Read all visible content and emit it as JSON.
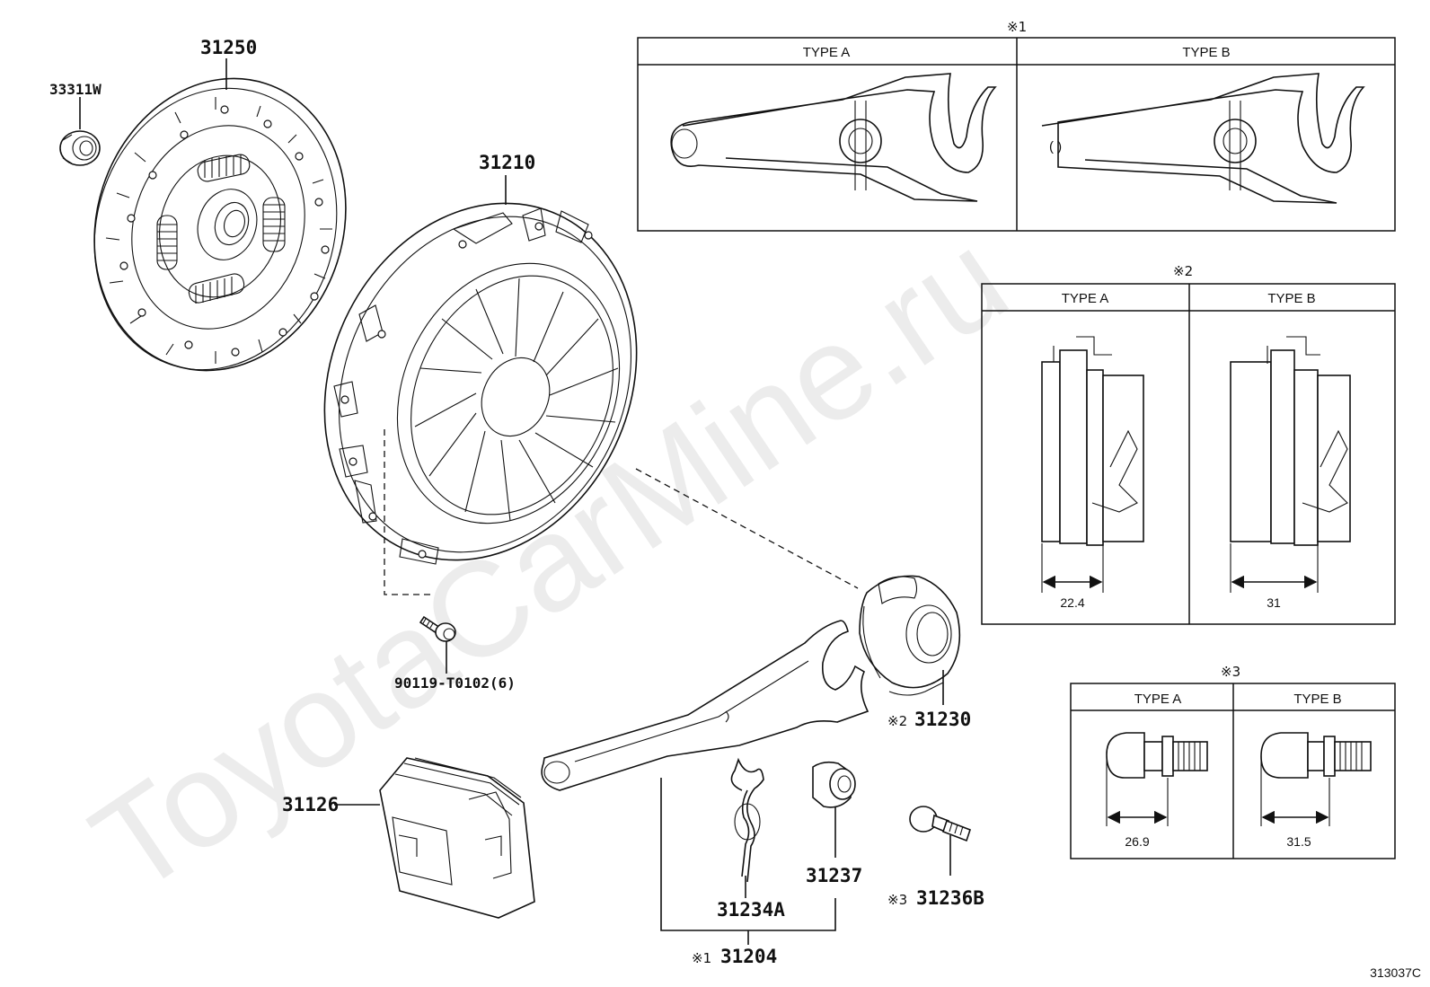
{
  "watermark": "ToyotaCarMine.ru",
  "diagram_code": "313037C",
  "parts": {
    "p33311w": "33311W",
    "p31250": "31250",
    "p31210": "31210",
    "p90119": "90119-T0102(6)",
    "p31126": "31126",
    "p31234a": "31234A",
    "p31237": "31237",
    "p31204": "31204",
    "p31230": "31230",
    "p31236b": "31236B"
  },
  "notes": {
    "n1": "※1",
    "n2": "※2",
    "n3": "※3"
  },
  "variants": {
    "box1": {
      "note": "※1",
      "type_a": "TYPE A",
      "type_b": "TYPE B"
    },
    "box2": {
      "note": "※2",
      "type_a": "TYPE A",
      "type_b": "TYPE B",
      "dim_a": "22.4",
      "dim_b": "31"
    },
    "box3": {
      "note": "※3",
      "type_a": "TYPE A",
      "type_b": "TYPE B",
      "dim_a": "26.9",
      "dim_b": "31.5"
    }
  }
}
